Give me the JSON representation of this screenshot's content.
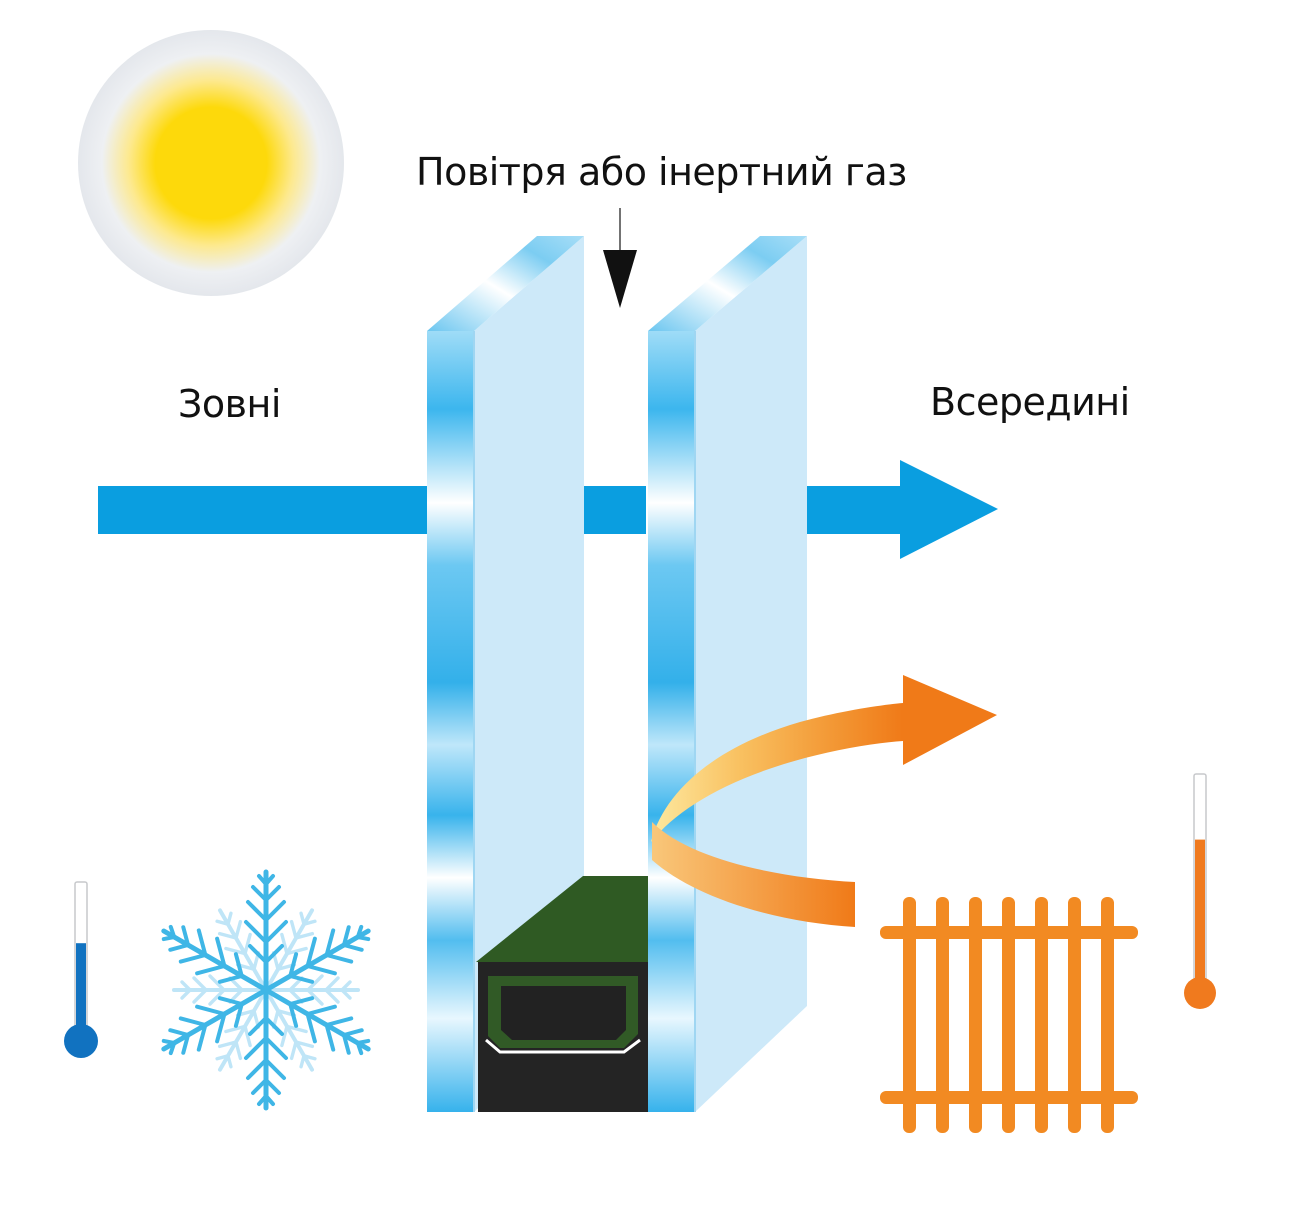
{
  "labels": {
    "gas_label": "Повітря або інертний газ",
    "outside_label": "Зовні",
    "inside_label": "Всередині"
  },
  "colors": {
    "light_arrow": "#0a9ee0",
    "heat_arrow_start": "#fde38a",
    "heat_arrow_end": "#f07a18",
    "radiator": "#f28a22",
    "sun": "#fcd61a",
    "snowflake": "#3fb6e6",
    "cold_thermometer": "#1172c0",
    "warm_thermometer": "#f07a1e",
    "glass_edge": "#4fc0f0",
    "glass_face": "#cde9f9",
    "spacer": "#2f5a23"
  },
  "icons": [
    "sun-icon",
    "snowflake-icon",
    "radiator-icon",
    "thermometer-cold-icon",
    "thermometer-warm-icon"
  ],
  "thermometer_cold_level": 0.6,
  "thermometer_warm_level": 0.7
}
